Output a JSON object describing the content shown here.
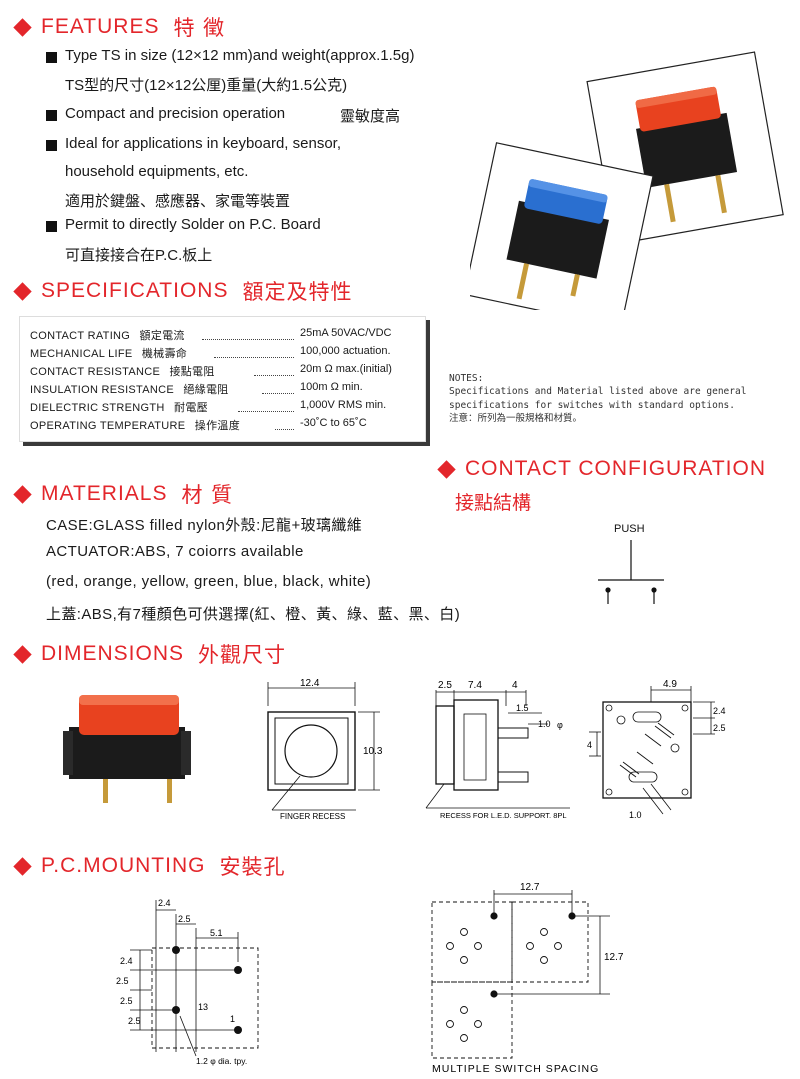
{
  "features": {
    "title": "FEATURES",
    "title_cn": "特 徵",
    "items": [
      {
        "en": "Type TS in size (12×12 mm)and weight(approx.1.5g)",
        "cn": "TS型的尺寸(12×12公厘)重量(大約1.5公克)"
      },
      {
        "en": "Compact and precision operation",
        "cn": "靈敏度高"
      },
      {
        "en": "Ideal for applications in keyboard, sensor,",
        "en2": "household equipments, etc.",
        "cn": "適用於鍵盤、感應器、家電等裝置"
      },
      {
        "en": "Permit to directly Solder on P.C. Board",
        "cn": "可直接接合在P.C.板上"
      }
    ]
  },
  "specifications": {
    "title": "SPECIFICATIONS",
    "title_cn": "額定及特性",
    "rows": [
      {
        "label": "CONTACT RATING",
        "label_cn": "額定電流",
        "value": "25mA 50VAC/VDC"
      },
      {
        "label": "MECHANICAL LIFE",
        "label_cn": "機械壽命",
        "value": "100,000 actuation."
      },
      {
        "label": "CONTACT RESISTANCE",
        "label_cn": "接點電阻",
        "value": "20m Ω max.(initial)"
      },
      {
        "label": "INSULATION RESISTANCE",
        "label_cn": "絕緣電阻",
        "value": "100m Ω min."
      },
      {
        "label": "DIELECTRIC STRENGTH",
        "label_cn": "耐電壓",
        "value": "1,000V RMS min."
      },
      {
        "label": "OPERATING TEMPERATURE",
        "label_cn": "操作溫度",
        "value": "-30˚C to 65˚C"
      }
    ]
  },
  "notes": {
    "heading": "NOTES:",
    "line1": "Specifications and Material listed above are general",
    "line2": "specifications for switches with standard options.",
    "line3": "注意：所列為一般規格和材質。"
  },
  "contact_config": {
    "title": "CONTACT CONFIGURATION",
    "title_cn": "接點結構",
    "push_label": "PUSH"
  },
  "materials": {
    "title": "MATERIALS",
    "title_cn": "材 質",
    "lines": [
      "CASE:GLASS filled nylon外殼:尼龍+玻璃纖維",
      "ACTUATOR:ABS, 7 coiorrs available",
      "(red, orange, yellow, green, blue, black, white)",
      "上蓋:ABS,有7種顏色可供選擇(紅、橙、黃、綠、藍、黑、白)"
    ]
  },
  "dimensions": {
    "title": "DIMENSIONS",
    "title_cn": "外觀尺寸",
    "front": {
      "width": "12.4",
      "height": "10.3",
      "caption": "FINGER RECESS"
    },
    "side": {
      "d1": "2.5",
      "d2": "7.4",
      "d3": "4",
      "d4": "1.5",
      "d5": "1.0",
      "caption": "RECESS FOR L.E.D. SUPPORT. 8PL"
    },
    "bottom": {
      "d1": "4.9",
      "d2": "2.4",
      "d3": "2.5",
      "d4": "4",
      "d5": "1.0"
    }
  },
  "pc_mounting": {
    "title": "P.C.MOUNTING",
    "title_cn": "安裝孔",
    "left": {
      "top1": "2.4",
      "top2": "2.5",
      "top3": "5.1",
      "side1": "2.4",
      "side2": "2.5",
      "side3": "2.5",
      "side4": "2.5",
      "pin13": "13",
      "pin1": "1",
      "hole": "1.2",
      "hole_suffix": " dia. tpy."
    },
    "right": {
      "width": "12.7",
      "height": "12.7",
      "caption": "MULTIPLE SWITCH SPACING"
    }
  },
  "colors": {
    "accent": "#e3262b",
    "red_cap": "#e8421f",
    "blue_cap": "#2a6fd0",
    "body": "#1b1b1b"
  }
}
